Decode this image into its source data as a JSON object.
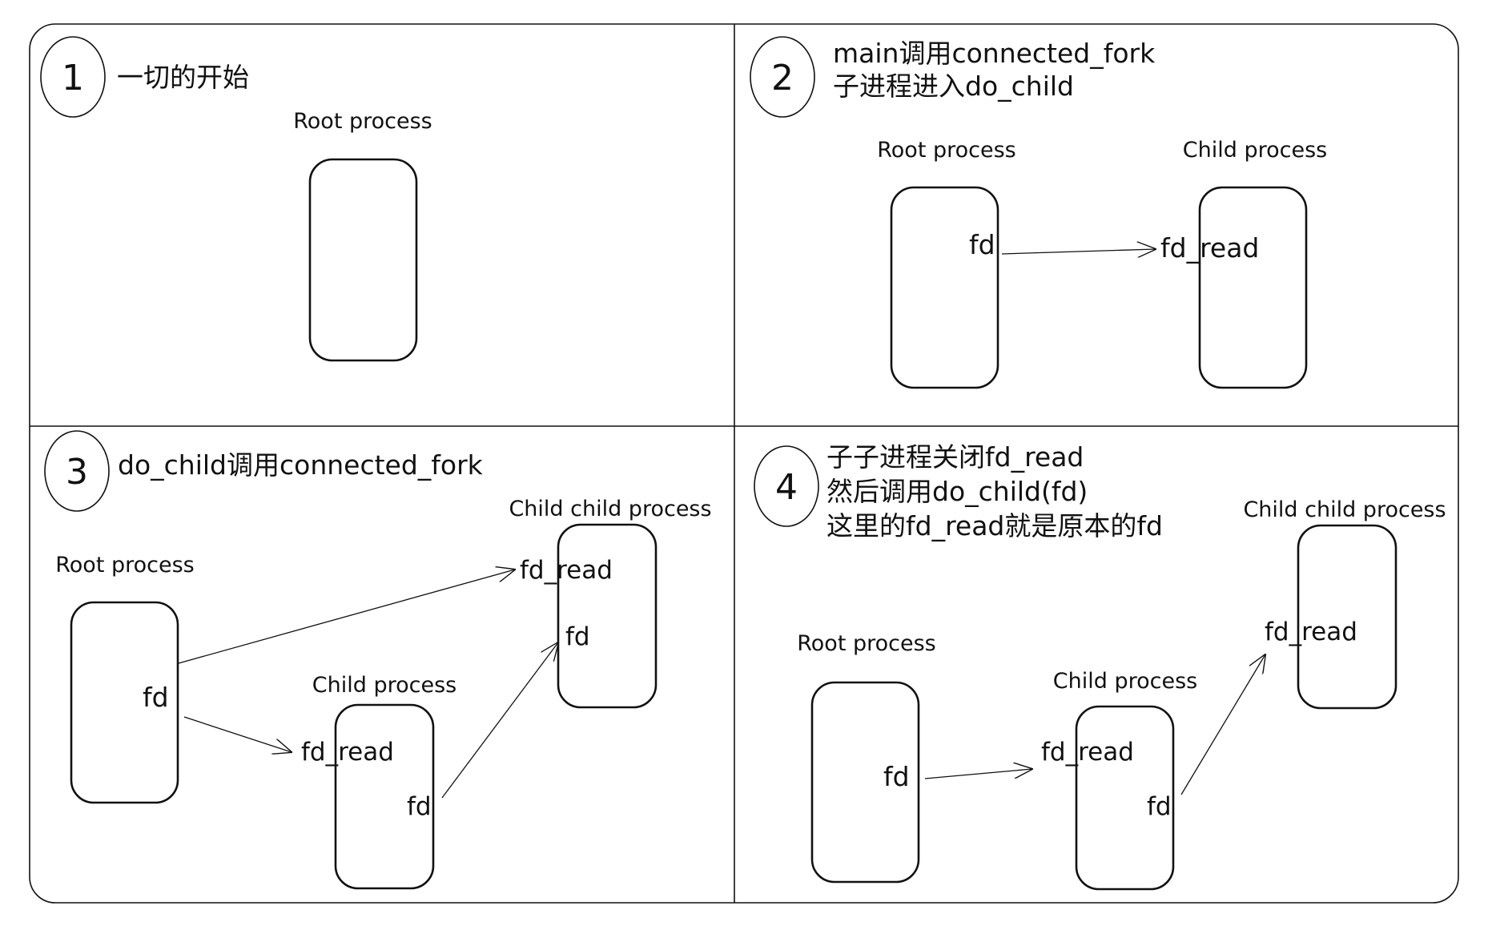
{
  "panels": [
    {
      "number": "1",
      "title_lines": [
        "一切的开始"
      ],
      "root_label": "Root process"
    },
    {
      "number": "2",
      "title_lines": [
        "main调用connected_fork",
        "子进程进入do_child"
      ],
      "root_label": "Root process",
      "child_label": "Child process",
      "root_fd": "fd",
      "child_fd_read": "fd_read"
    },
    {
      "number": "3",
      "title_lines": [
        "do_child调用connected_fork"
      ],
      "root_label": "Root process",
      "child_label": "Child process",
      "grandchild_label": "Child child process",
      "root_fd": "fd",
      "child_fd_read": "fd_read",
      "child_fd": "fd",
      "grandchild_fd_read": "fd_read",
      "grandchild_fd": "fd"
    },
    {
      "number": "4",
      "title_lines": [
        "子子进程关闭fd_read",
        "然后调用do_child(fd)",
        "这里的fd_read就是原本的fd"
      ],
      "root_label": "Root process",
      "child_label": "Child process",
      "grandchild_label": "Child child process",
      "root_fd": "fd",
      "child_fd_read": "fd_read",
      "child_fd": "fd",
      "grandchild_fd_read": "fd_read"
    }
  ]
}
